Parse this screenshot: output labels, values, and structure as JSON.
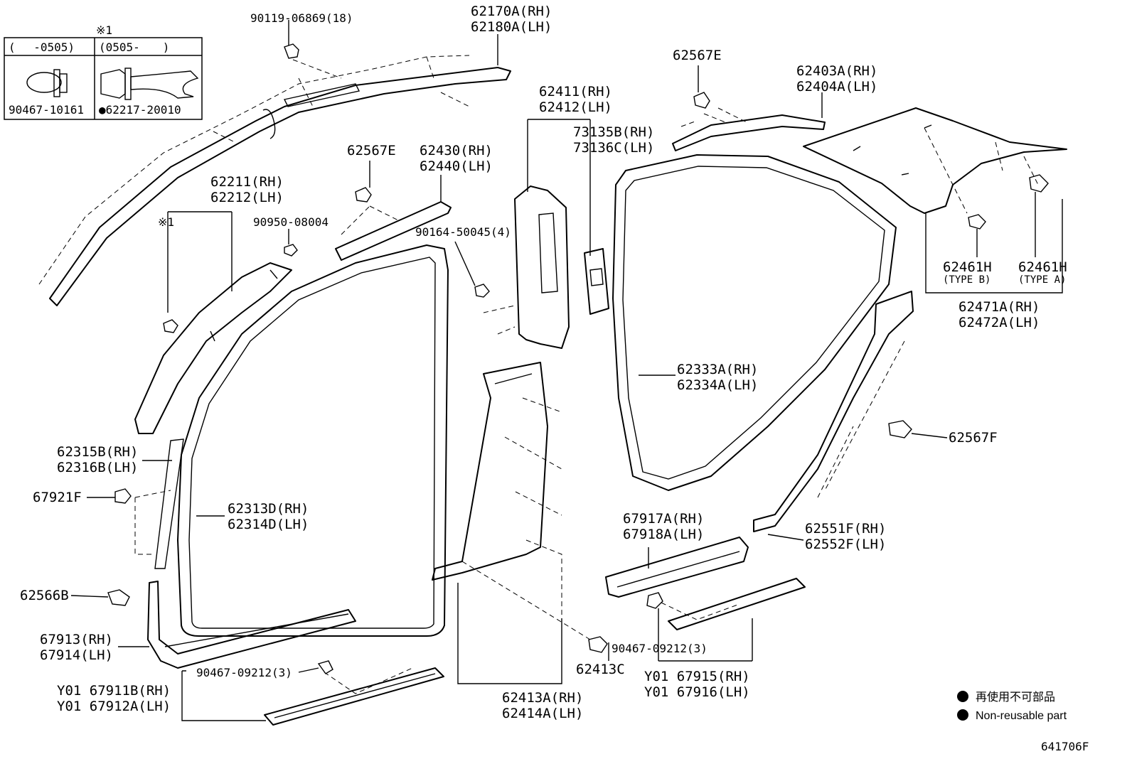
{
  "inset": {
    "note_mark": "※1",
    "col_left_header": "(　 -0505)",
    "col_right_header": "(0505-　　)",
    "col_left_part": "90467-10161",
    "col_right_part": "●62217-20010"
  },
  "labels": {
    "p90119": "90119-06869(18)",
    "p62170": "62170A(RH)",
    "p62180": "62180A(LH)",
    "p62567e_a": "62567E",
    "p62403": "62403A(RH)",
    "p62404": "62404A(LH)",
    "p62411": "62411(RH)",
    "p62412": "62412(LH)",
    "p73135": "73135B(RH)",
    "p73136": "73136C(LH)",
    "p62567e_b": "62567E",
    "p62430": "62430(RH)",
    "p62440": "62440(LH)",
    "p62211": "62211(RH)",
    "p62212": "62212(LH)",
    "note_ref": "※1",
    "p90950": "90950-08004",
    "p90164": "90164-50045(4)",
    "p62461h_b": "62461H",
    "type_b": "(TYPE B)",
    "p62461h_a": "62461H",
    "type_a": "(TYPE A)",
    "p62471": "62471A(RH)",
    "p62472": "62472A(LH)",
    "p62333": "62333A(RH)",
    "p62334": "62334A(LH)",
    "p62315": "62315B(RH)",
    "p62316": "62316B(LH)",
    "p62567f": "62567F",
    "p67921": "67921F",
    "p62313": "62313D(RH)",
    "p62314": "62314D(LH)",
    "p67917": "67917A(RH)",
    "p67918": "67918A(LH)",
    "p62551": "62551F(RH)",
    "p62552": "62552F(LH)",
    "p62566": "62566B",
    "p67913": "67913(RH)",
    "p67914": "67914(LH)",
    "p90467_a": "90467-09212(3)",
    "p90467_b": "90467-09212(3)",
    "p62413c": "62413C",
    "p67911": "Y01 67911B(RH)",
    "p67912": "Y01 67912A(LH)",
    "p62413a": "62413A(RH)",
    "p62414a": "62414A(LH)",
    "p67915": "Y01 67915(RH)",
    "p67916": "Y01 67916(LH)"
  },
  "legend": {
    "jp_text": "再使用不可部品",
    "en_text": "Non-reusable part"
  },
  "diagram_code": "641706F"
}
